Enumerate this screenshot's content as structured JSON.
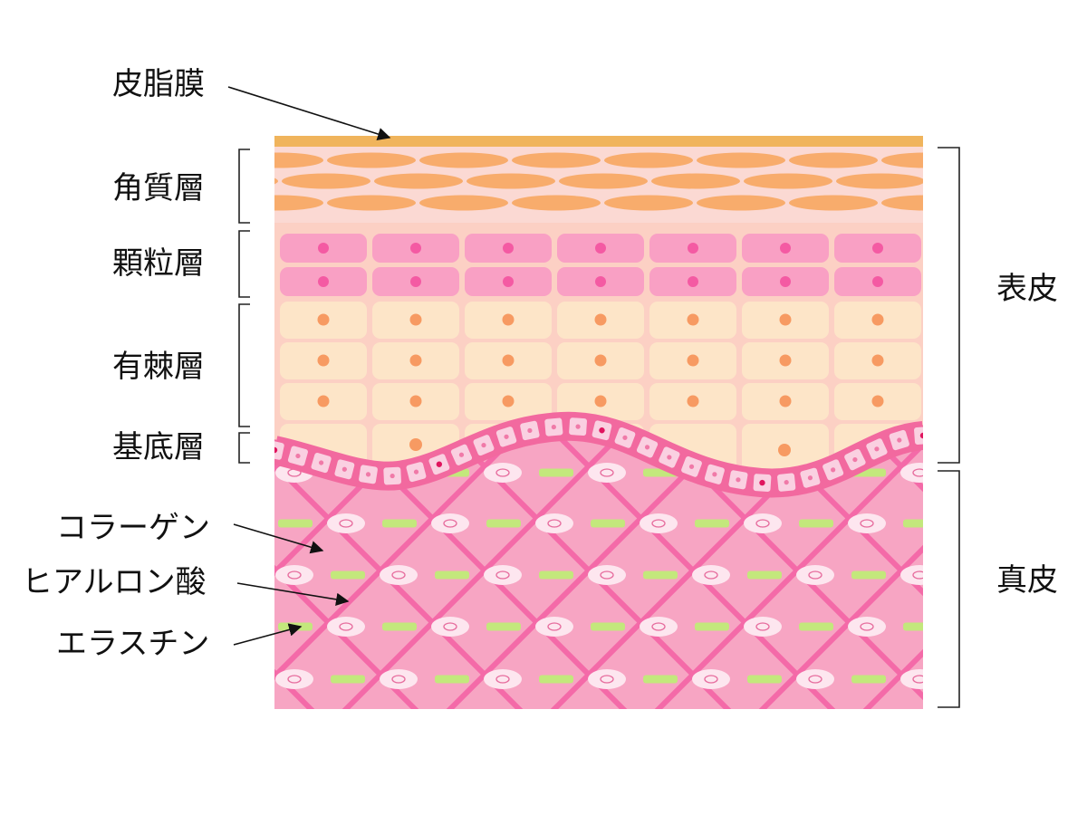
{
  "labels": {
    "sebum": "皮脂膜",
    "stratum_corneum": "角質層",
    "stratum_granulosum": "顆粒層",
    "stratum_spinosum": "有棘層",
    "stratum_basale": "基底層",
    "collagen": "コラーゲン",
    "hyaluronic_acid": "ヒアルロン酸",
    "elastin": "エラスチン",
    "epidermis": "表皮",
    "dermis": "真皮"
  },
  "colors": {
    "sebum": "#f0b45c",
    "corneum_bg": "#fbd9d3",
    "corneum_cell": "#f8ac6c",
    "granular_bg": "#fcd0c4",
    "granular_cell": "#f9a0c4",
    "granular_nucleus": "#f45aa3",
    "spinous_cell": "#fde5c8",
    "spinous_nucleus": "#f79a62",
    "basal_band": "#f2699f",
    "basal_nucleus": "#e0145e",
    "dermis_bg": "#f7a5c3",
    "collagen": "#f46aa8",
    "elastin": "#c3e87c",
    "fibroblast": "#fde6ef"
  }
}
